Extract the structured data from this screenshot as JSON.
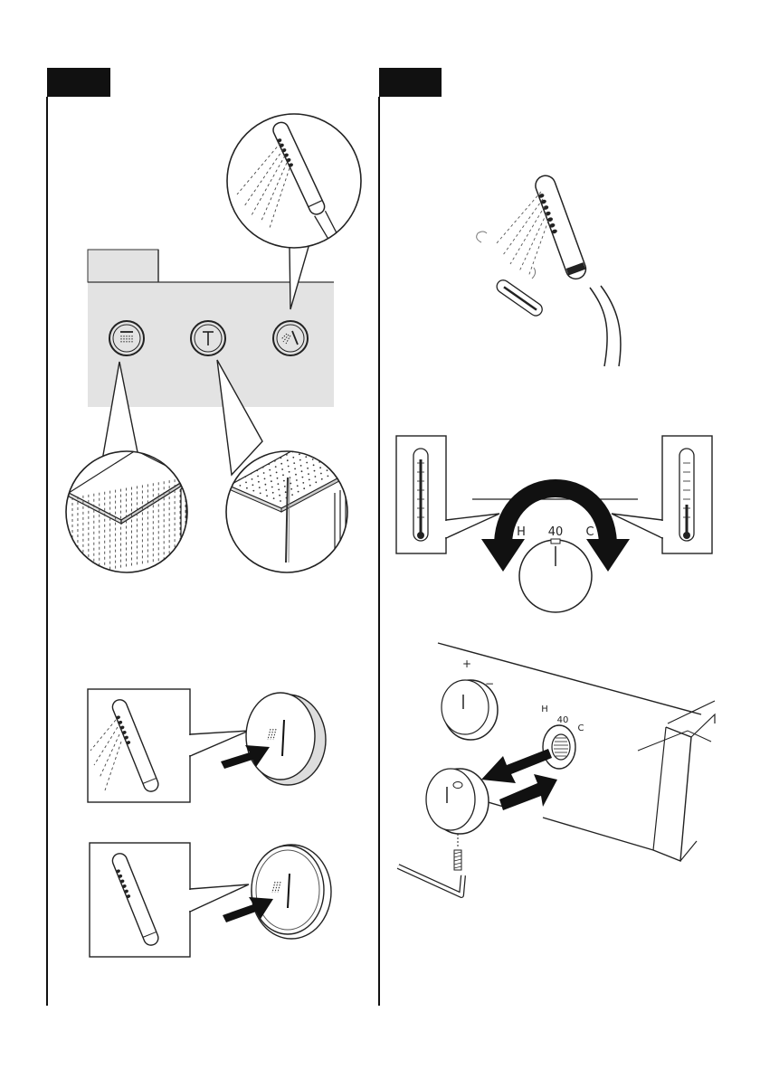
{
  "diagram": {
    "left_column": {
      "header_tab": "",
      "panel_buttons": [
        {
          "name": "rain-shower-button",
          "icon": "rain-shower-icon"
        },
        {
          "name": "overhead-shower-button",
          "icon": "overhead-shower-icon"
        },
        {
          "name": "hand-shower-button",
          "icon": "hand-shower-icon"
        }
      ]
    },
    "right_column": {
      "header_tab": "",
      "dial_labels": {
        "hot": "H",
        "temp": "40",
        "cold": "C"
      },
      "panel_labels": {
        "plus": "+",
        "minus": "−",
        "hot": "H",
        "temp": "40",
        "cold": "C"
      }
    },
    "colors": {
      "panel_gray": "#e3e3e3",
      "header_tab": "#111111",
      "line": "#1a1a1a",
      "arrow": "#111111"
    }
  }
}
